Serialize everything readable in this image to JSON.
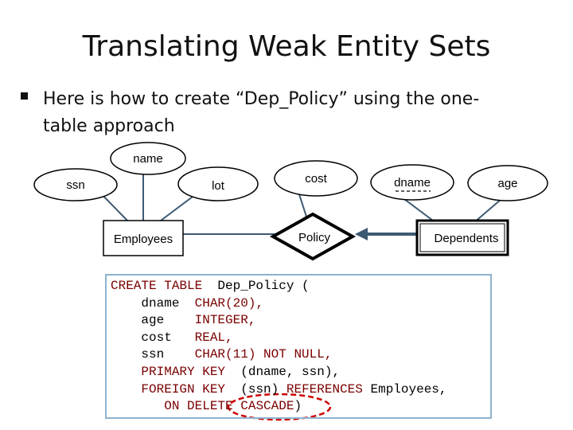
{
  "slide": {
    "title": "Translating Weak Entity Sets",
    "bullet": "Here is how to create “Dep_Policy” using the one-table approach"
  },
  "diagram": {
    "attributes": {
      "name": "name",
      "ssn": "ssn",
      "lot": "lot",
      "cost": "cost",
      "dname": "dname",
      "age": "age"
    },
    "entities": {
      "employees": "Employees",
      "dependents": "Dependents"
    },
    "relationship": "Policy"
  },
  "sql": {
    "l1a": "CREATE TABLE",
    "l1b": "Dep_Policy (",
    "l2a": "dname",
    "l2b": "CHAR(20),",
    "l3a": "age",
    "l3b": "INTEGER,",
    "l4a": "cost",
    "l4b": "REAL,",
    "l5a": "ssn",
    "l5b": "CHAR(11)",
    "l5c": "NOT NULL,",
    "l6a": "PRIMARY KEY",
    "l6b": "(dname, ssn),",
    "l7a": "FOREIGN KEY",
    "l7b": "(ssn)",
    "l7c": "REFERENCES",
    "l7d": "Employees,",
    "l8a": "ON DELETE",
    "l8b": "CASCADE",
    "l8c": ")"
  },
  "colors": {
    "connector": "#3d5a73",
    "highlight": "#cc0000",
    "codeBorder": "#8db3cf"
  }
}
